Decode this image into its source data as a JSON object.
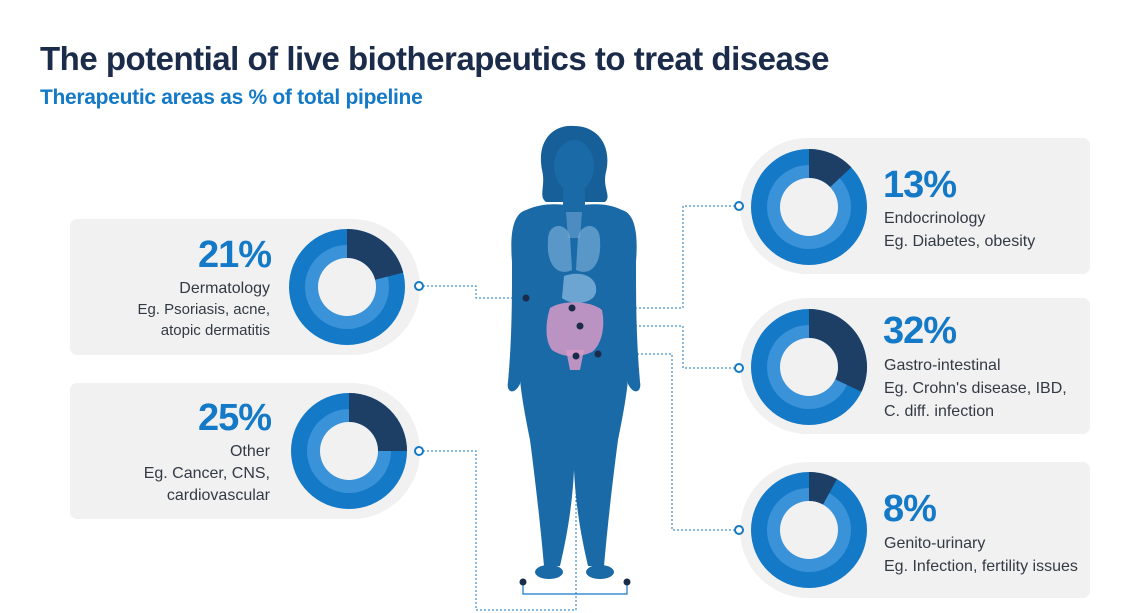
{
  "header": {
    "title": "The potential of live biotherapeutics to treat disease",
    "subtitle": "Therapeutic areas as % of total pipeline"
  },
  "colors": {
    "title": "#1b2b4a",
    "accent": "#1479c6",
    "dark_segment": "#1d3f66",
    "light_ring": "#3a92d9",
    "card_bg": "#f1f1f2",
    "body_figure": "#1a6aa8"
  },
  "chart_data": {
    "type": "pie",
    "categories": [
      "Dermatology",
      "Other",
      "Endocrinology",
      "Gastro-intestinal",
      "Genito-urinary"
    ],
    "values": [
      21,
      25,
      13,
      32,
      8
    ],
    "unit": "%"
  },
  "areas": [
    {
      "key": "dermatology",
      "pct_label": "21%",
      "value": 21,
      "name": "Dermatology",
      "lines": [
        "Eg. Psoriasis, acne,",
        "atopic dermatitis"
      ]
    },
    {
      "key": "other",
      "pct_label": "25%",
      "value": 25,
      "name": "Other",
      "lines": [
        "Eg. Cancer, CNS,",
        "cardiovascular"
      ]
    },
    {
      "key": "endocrinology",
      "pct_label": "13%",
      "value": 13,
      "name": "Endocrinology",
      "lines": [
        "Eg. Diabetes, obesity"
      ]
    },
    {
      "key": "gastro",
      "pct_label": "32%",
      "value": 32,
      "name": "Gastro-intestinal",
      "lines": [
        "Eg. Crohn's disease, IBD,",
        "C. diff. infection"
      ]
    },
    {
      "key": "genito",
      "pct_label": "8%",
      "value": 8,
      "name": "Genito-urinary",
      "lines": [
        "Eg. Infection, fertility issues"
      ]
    }
  ]
}
